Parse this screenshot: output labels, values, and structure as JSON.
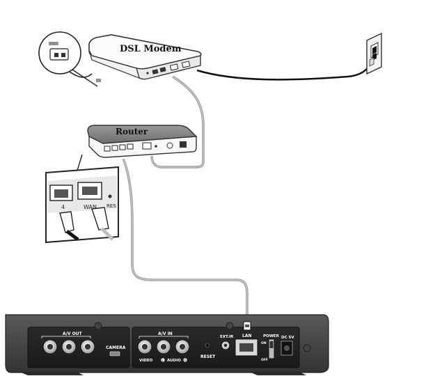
{
  "diagram": {
    "modem_label": "DSL Modem",
    "router_label": "Router",
    "inset_router": {
      "port_4": "4",
      "port_wan": "WAN",
      "port_res": "RES"
    },
    "inset_splitter": {
      "line_label": "▒▒▒▒",
      "phone_label": "▒▒"
    },
    "device": {
      "av_out": "A/V OUT",
      "camera": "CAMERA",
      "av_in": "A/V IN",
      "video": "VIDEO",
      "audio": "AUDIO",
      "audio_l": "L",
      "audio_r": "R",
      "reset": "RESET",
      "ext_ir": "EXT.IR",
      "lan": "LAN",
      "power": "POWER",
      "on": "ON",
      "off": "OFF",
      "dc5v": "DC 5V"
    }
  }
}
